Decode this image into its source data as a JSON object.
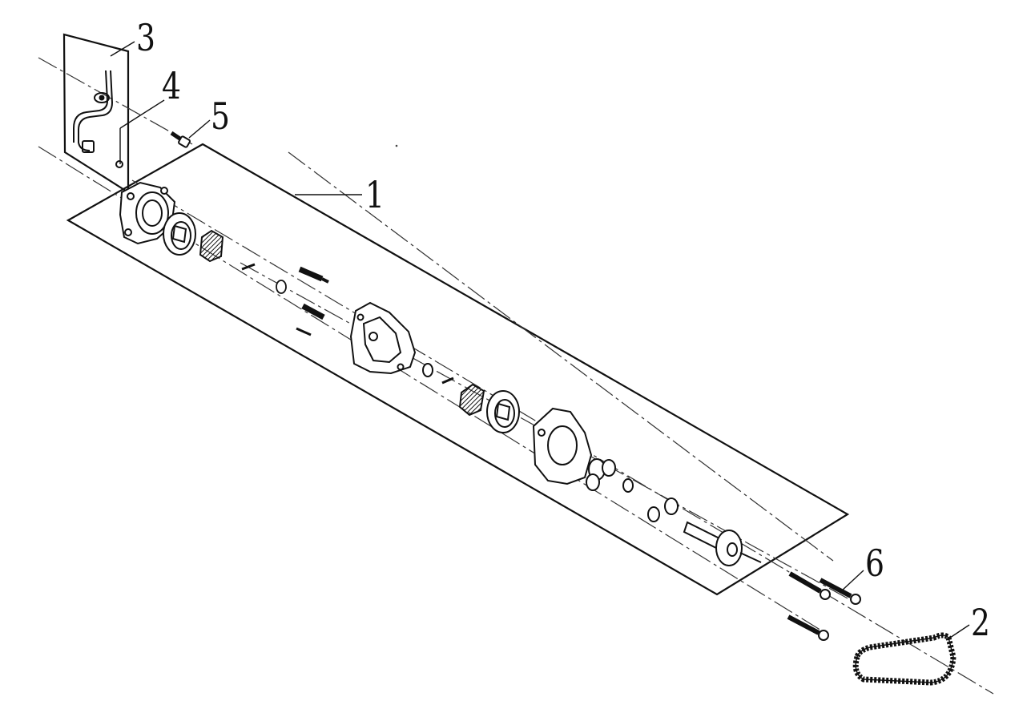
{
  "callouts": {
    "c1": "1",
    "c2": "2",
    "c3": "3",
    "c4": "4",
    "c5": "5",
    "c6": "6"
  },
  "colors": {
    "ink": "#111111",
    "paper": "#ffffff"
  }
}
